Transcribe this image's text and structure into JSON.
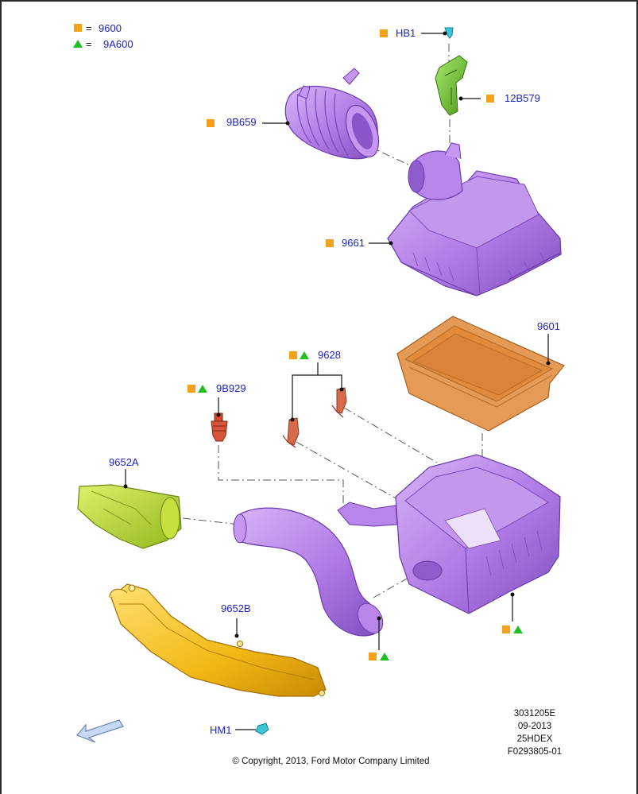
{
  "legend": {
    "square_meaning": "9600",
    "triangle_meaning": "9A600",
    "equals": "="
  },
  "callouts": {
    "hb1": "HB1",
    "p12b579": "12B579",
    "p9b659": "9B659",
    "p9661": "9661",
    "p9601": "9601",
    "p9628": "9628",
    "p9b929": "9B929",
    "p9652a": "9652A",
    "p9652b": "9652B",
    "hm1": "HM1"
  },
  "info_block": {
    "line1": "3031205E",
    "line2": "09-2013",
    "line3": "25HDEX",
    "line4": "F0293805-01"
  },
  "copyright": "© Copyright, 2013, Ford Motor Company Limited",
  "colors": {
    "square": "#f5a11a",
    "triangle": "#21c021",
    "label_blue": "#1a22c8",
    "purple": "#b07ae6",
    "purple_dark": "#8a55c8",
    "orange_filter": "#e59b55",
    "green_part": "#6fc233",
    "yellow_lime": "#b7dd2c",
    "gold": "#f2b714",
    "rust_clip": "#d86a4a"
  },
  "icons": {
    "square": "square-marker-icon",
    "triangle": "triangle-marker-icon",
    "direction_arrow": "front-arrow-icon"
  }
}
